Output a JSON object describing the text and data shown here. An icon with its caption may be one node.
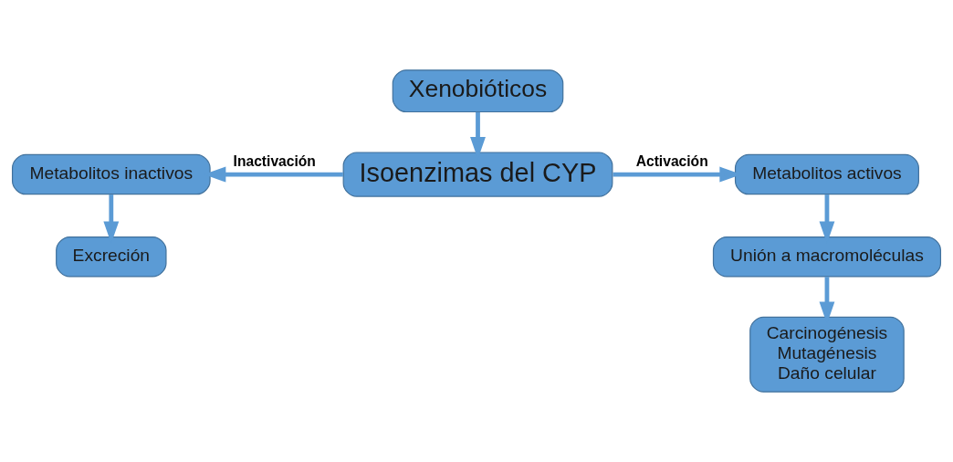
{
  "diagram": {
    "nodes": [
      {
        "text": [
          "Xenobióticos"
        ]
      },
      {
        "text": [
          "Isoenzimas del CYP"
        ]
      },
      {
        "text": [
          "Metabolitos inactivos"
        ]
      },
      {
        "text": [
          "Excreción"
        ]
      },
      {
        "text": [
          "Metabolitos activos"
        ]
      },
      {
        "text": [
          "Unión a macromoléculas"
        ]
      },
      {
        "text": [
          "Carcinogénesis",
          "Mutagénesis",
          "Daño celular"
        ]
      }
    ],
    "edges": [
      {
        "from": 0,
        "to": 1,
        "arrow": "to"
      },
      {
        "from": 1,
        "to": 2,
        "arrow": "to",
        "label": "Inactivación"
      },
      {
        "from": 1,
        "to": 4,
        "arrow": "to",
        "label": "Activación"
      },
      {
        "from": 2,
        "to": 3,
        "arrow": "to"
      },
      {
        "from": 4,
        "to": 5,
        "arrow": "to"
      },
      {
        "from": 5,
        "to": 6,
        "arrow": "to"
      }
    ]
  }
}
